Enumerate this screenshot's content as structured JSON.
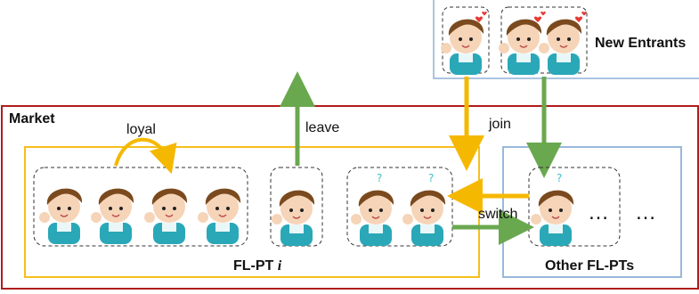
{
  "labels": {
    "market": "Market",
    "loyal": "loyal",
    "leave": "leave",
    "join": "join",
    "switch": "switch",
    "fl_pt_prefix": "FL-PT ",
    "fl_pt_var": "i",
    "new_entrants": "New Entrants",
    "other_fl_pts": "Other FL-PTs",
    "ellipsis": "…"
  },
  "colors": {
    "market_border": "#b01c1c",
    "flpt_border": "#f5b800",
    "other_border": "#8fb0d8",
    "new_border": "#8fb0d8",
    "arrow_green": "#6aa84f",
    "arrow_yellow": "#f5b800",
    "hair": "#7a4a1e",
    "skin": "#f6d4b8",
    "shirt": "#2aa8b8",
    "heart": "#e53935",
    "question": "#3fc1c9"
  },
  "icons": {
    "person": "person-icon",
    "heart": "heart-icon",
    "question": "question-icon"
  },
  "groups": {
    "loyal_group": {
      "people": 4
    },
    "leaving_group": {
      "people": 1
    },
    "undecided_group": {
      "people": 2
    },
    "other_group": {
      "people": 1
    },
    "entrant_group_1": {
      "people": 1
    },
    "entrant_group_2": {
      "people": 2
    }
  }
}
